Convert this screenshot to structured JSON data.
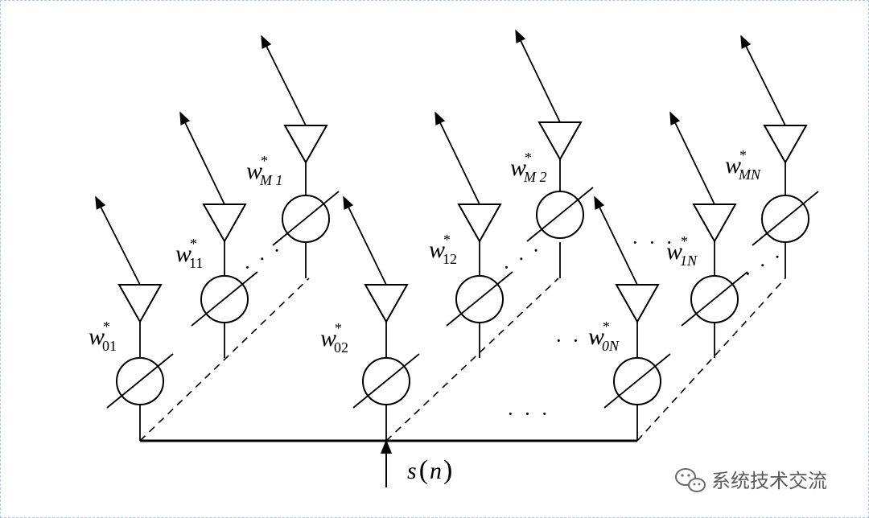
{
  "diagram": {
    "weights": [
      {
        "id": "w01",
        "base": "w",
        "sup": "*",
        "sub": "01"
      },
      {
        "id": "w11",
        "base": "w",
        "sup": "*",
        "sub": "11"
      },
      {
        "id": "wM1",
        "base": "w",
        "sup": "*",
        "sub": "M 1"
      },
      {
        "id": "w02",
        "base": "w",
        "sup": "*",
        "sub": "02"
      },
      {
        "id": "w12",
        "base": "w",
        "sup": "*",
        "sub": "12"
      },
      {
        "id": "wM2",
        "base": "w",
        "sup": "*",
        "sub": "M 2"
      },
      {
        "id": "w0N",
        "base": "w",
        "sup": "*",
        "sub": "0N"
      },
      {
        "id": "w1N",
        "base": "w",
        "sup": "*",
        "sub": "1N"
      },
      {
        "id": "wMN",
        "base": "w",
        "sup": "*",
        "sub": "MN"
      }
    ],
    "ellipsis": "· · ·",
    "signal": {
      "name": "s",
      "open": "(",
      "arg": "n",
      "close": ")"
    }
  },
  "watermark": {
    "text": "系统技术交流",
    "icon": "wechat-icon"
  }
}
